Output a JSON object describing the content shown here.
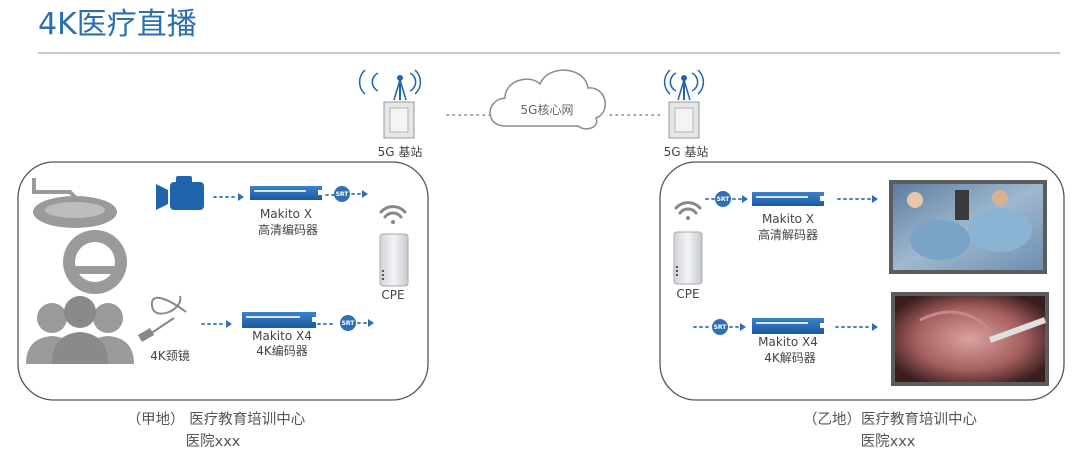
{
  "title": "4K医疗直播",
  "cloud": {
    "label": "5G核心网"
  },
  "base_station_left": {
    "label": "5G 基站"
  },
  "base_station_right": {
    "label": "5G 基站"
  },
  "site_a": {
    "encoder_hd": {
      "name": "Makito X",
      "role": "高清编码器"
    },
    "encoder_4k": {
      "name": "Makito X4",
      "role": "4K编码器"
    },
    "cpe": "CPE",
    "endoscope": "4K颈镜",
    "caption_line1": "（甲地） 医疗教育培训中心",
    "caption_line2": "医院xxx"
  },
  "site_b": {
    "decoder_hd": {
      "name": "Makito X",
      "role": "高清解码器"
    },
    "decoder_4k": {
      "name": "Makito X4",
      "role": "4K解码器"
    },
    "cpe": "CPE",
    "caption_line1": "（乙地）医疗教育培训中心",
    "caption_line2": "医院xxx"
  },
  "srt_badge": "SRT",
  "colors": {
    "title": "#2a6fb0",
    "accent": "#2e6fb5",
    "device": "#1f64ad",
    "gray": "#9a9a9a"
  }
}
